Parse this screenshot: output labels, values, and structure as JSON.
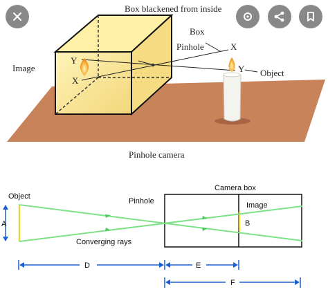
{
  "overlay": {
    "close_icon": "close-icon",
    "lens_icon": "lens-icon",
    "share_icon": "share-icon",
    "bookmark_icon": "bookmark-icon"
  },
  "top": {
    "box_blackened": "Box blackened from inside",
    "box": "Box",
    "pinhole": "Pinhole",
    "image": "Image",
    "object": "Object",
    "x_top": "X",
    "y_right": "Y",
    "y_left": "Y",
    "x_left": "X",
    "caption": "Pinhole camera"
  },
  "bottom": {
    "object": "Object",
    "a": "A",
    "pinhole": "Pinhole",
    "camera_box": "Camera box",
    "image": "Image",
    "b": "B",
    "converging_rays": "Converging rays",
    "d": "D",
    "e": "E",
    "f": "F"
  },
  "colors": {
    "table": "#c8835a",
    "box_fill": "#fbe79a",
    "box_edge": "#111111",
    "ray": "#7fe08a",
    "dim_arrow": "#1a5fd0",
    "object_bar": "#f0d23a"
  }
}
